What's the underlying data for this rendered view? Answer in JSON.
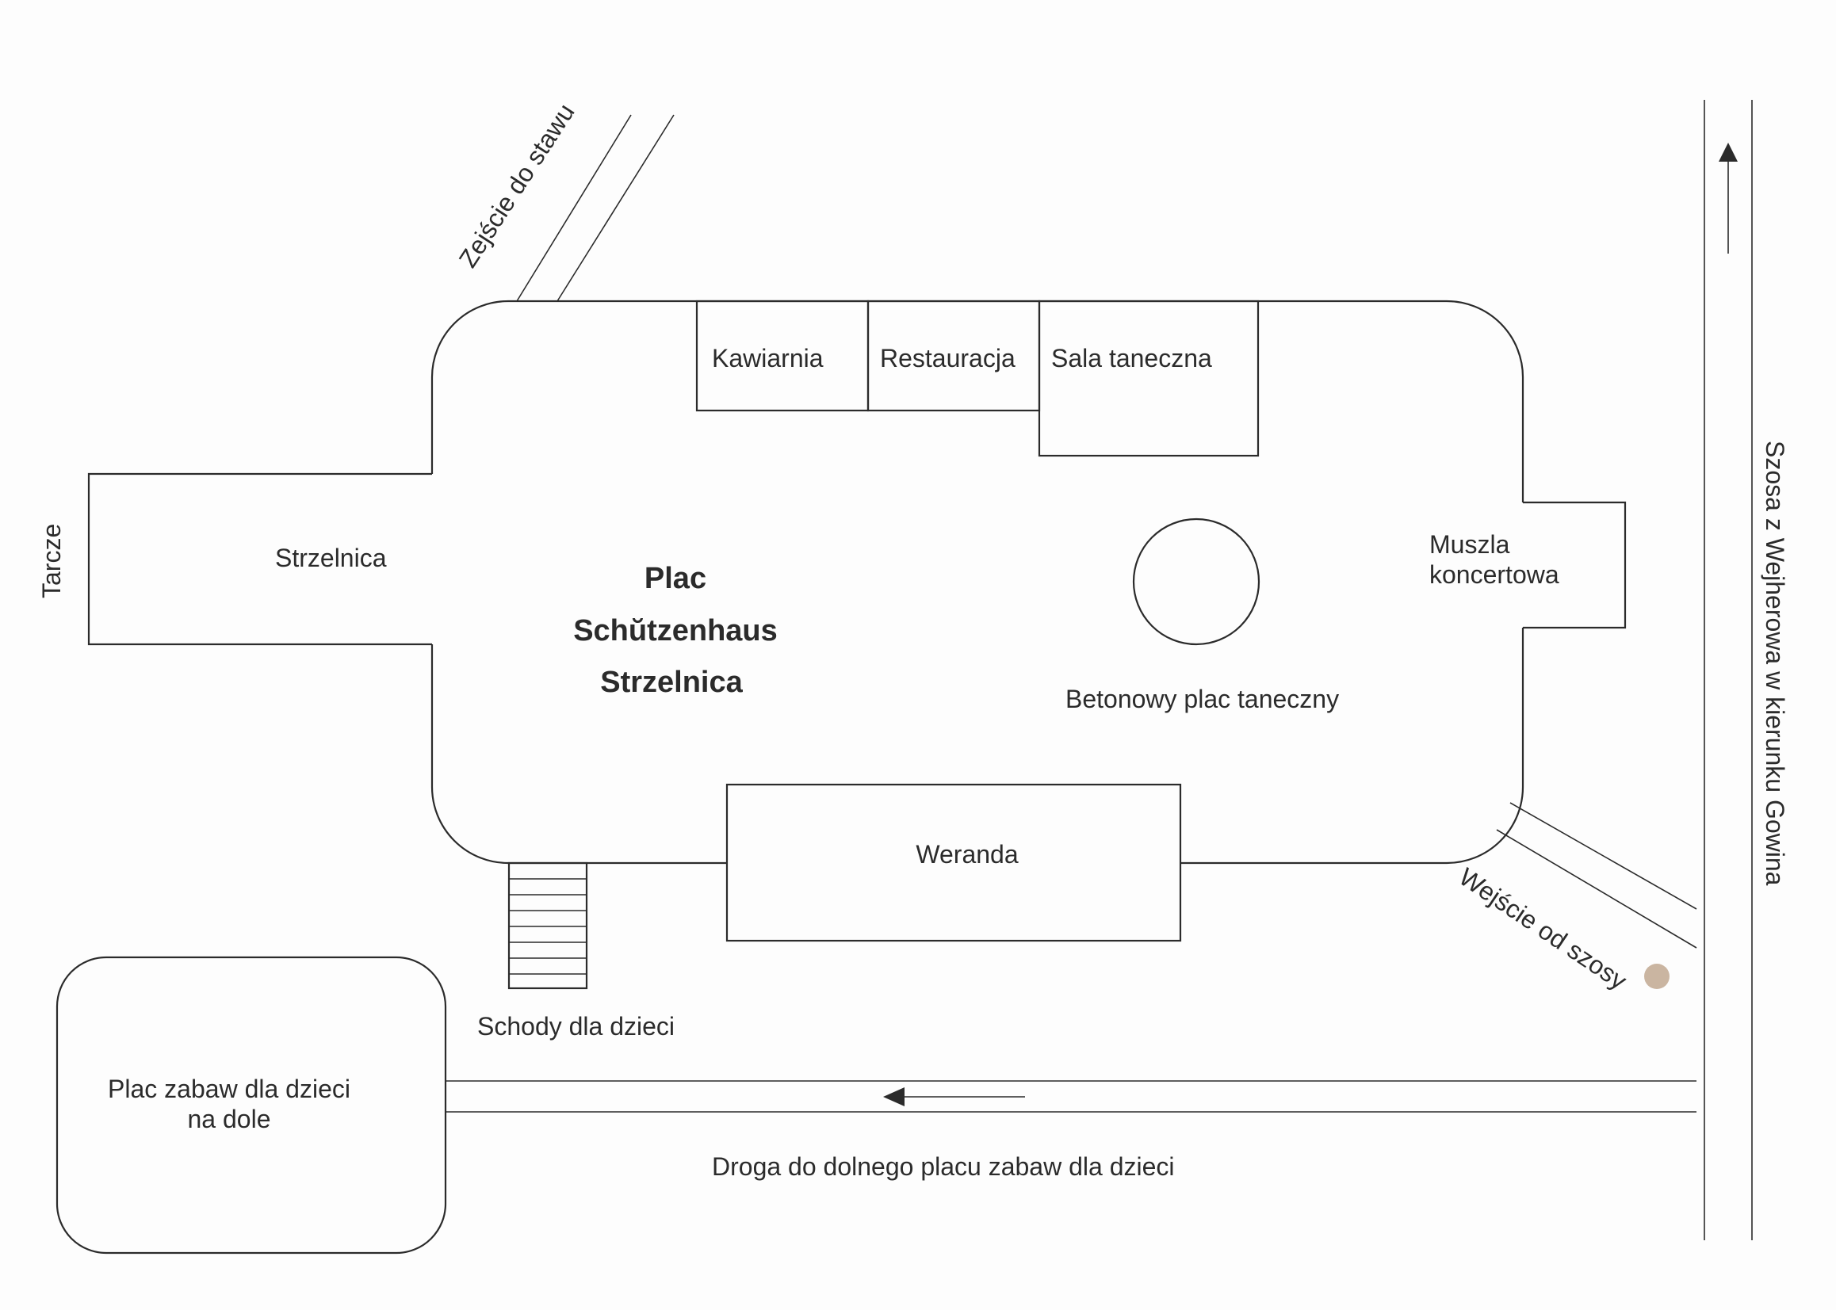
{
  "map": {
    "title_lines": [
      "Plac",
      "Schŭtzenhaus",
      "Strzelnica"
    ],
    "labels": {
      "kawiarnia": "Kawiarnia",
      "restauracja": "Restauracja",
      "sala_taneczna": "Sala taneczna",
      "strzelnica": "Strzelnica",
      "tarcze": "Tarcze",
      "muszla_line1": "Muszla",
      "muszla_line2": "koncertowa",
      "betonowy_plac": "Betonowy plac taneczny",
      "weranda": "Weranda",
      "schody": "Schody dla dzieci",
      "plac_zabaw_line1": "Plac zabaw dla dzieci",
      "plac_zabaw_line2": "na dole",
      "droga": "Droga do dolnego placu zabaw dla dzieci",
      "zejscie": "Zejście do stawu",
      "wejscie": "Wejście od szosy",
      "szosa": "Szosa z Wejherowa w kierunku Gowina"
    }
  }
}
